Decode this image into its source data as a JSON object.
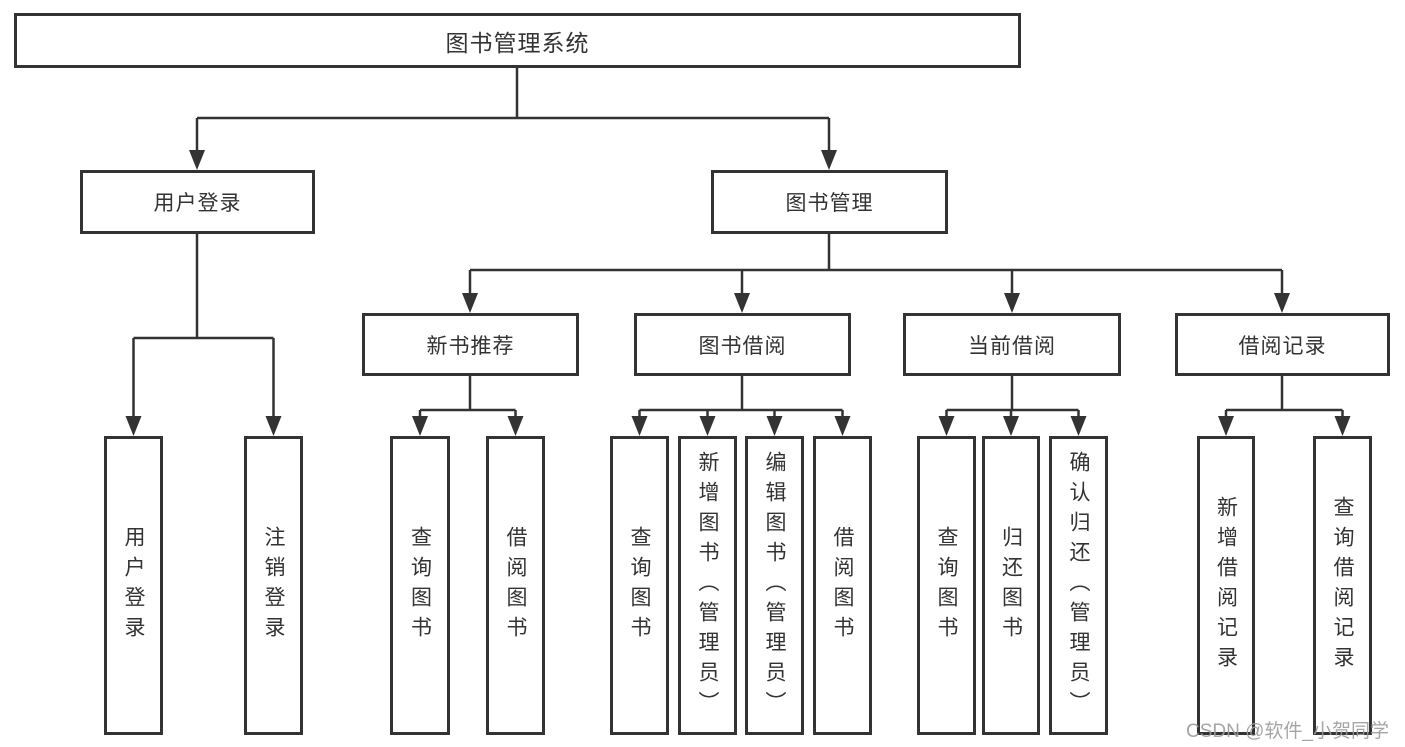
{
  "root": {
    "label": "图书管理系统"
  },
  "user_login": {
    "label": "用户登录",
    "children": [
      {
        "label": "用户登录"
      },
      {
        "label": "注销登录"
      }
    ]
  },
  "book_management": {
    "label": "图书管理",
    "children": [
      {
        "label": "新书推荐",
        "children": [
          {
            "label": "查询图书"
          },
          {
            "label": "借阅图书"
          }
        ]
      },
      {
        "label": "图书借阅",
        "children": [
          {
            "label": "查询图书"
          },
          {
            "label": "新增图书（管理员）"
          },
          {
            "label": "编辑图书（管理员）"
          },
          {
            "label": "借阅图书"
          }
        ]
      },
      {
        "label": "当前借阅",
        "children": [
          {
            "label": "查询图书"
          },
          {
            "label": "归还图书"
          },
          {
            "label": "确认归还（管理员）"
          }
        ]
      },
      {
        "label": "借阅记录",
        "children": [
          {
            "label": "新增借阅记录"
          },
          {
            "label": "查询借阅记录"
          }
        ]
      }
    ]
  },
  "watermark": {
    "text": "CSDN @软件_小贺同学"
  },
  "colors": {
    "line": "#333333",
    "text": "#333333",
    "background": "#ffffff",
    "watermark": "#9c9c9c"
  }
}
